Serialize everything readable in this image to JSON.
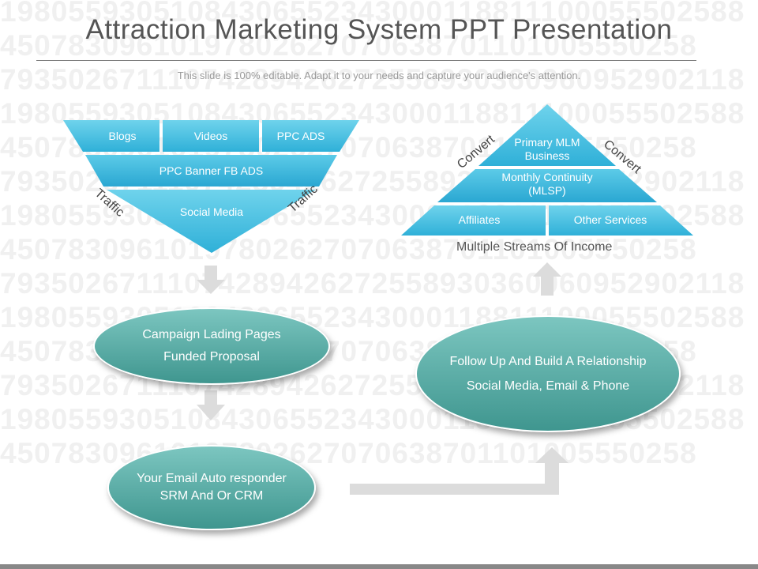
{
  "title": "Attraction Marketing System PPT Presentation",
  "subtitle": "This slide is 100% editable. Adapt it to your needs and capture your audience's attention.",
  "background_digits": [
    "19805593051084306552343000118811100055502588",
    "45078309610197802627070638701101005550258",
    "79350267111074289426272558930360960952902118",
    "19805593051084306552343000118811100055502588",
    "45078309610197802627070638701101005550258",
    "79350267111074289426272558930360960952902118",
    "19805593051084306552343000118811100055502588",
    "45078309610197802627070638701101005550258",
    "79350267111074289426272558930360960952902118",
    "19805593051084306552343000118811100055502588",
    "45078309610197802627070638701101005550258",
    "79350267111074289426272558930360960952902118",
    "19805593051084306552343000118811100055502588",
    "45078309610197802627070638701101005550258"
  ],
  "funnel": {
    "top_row": [
      "Blogs",
      "Videos",
      "PPC ADS"
    ],
    "middle": "PPC Banner FB ADS",
    "bottom": "Social Media",
    "side_left": "Traffic",
    "side_right": "Traffic"
  },
  "pyramid": {
    "top_line1": "Primary MLM",
    "top_line2": "Business",
    "mid_line1": "Monthly  Continuity",
    "mid_line2": "(MLSP)",
    "base_left": "Affiliates",
    "base_right": "Other Services",
    "side_left": "Convert",
    "side_right": "Convert",
    "caption": "Multiple Streams Of Income"
  },
  "ovals": {
    "campaign": {
      "line1": "Campaign Lading Pages",
      "line2": "Funded Proposal"
    },
    "email": {
      "line1": "Your Email Auto responder",
      "line2": "SRM And Or CRM"
    },
    "followup": {
      "line1": "Follow Up And Build A Relationship",
      "line2": "Social Media, Email & Phone"
    }
  },
  "colors": {
    "shape_light": "#6fd3ec",
    "shape_dark": "#2fb0d8",
    "oval_light": "#7cc6c0",
    "oval_dark": "#3f968f",
    "arrow": "#dcdcdc"
  }
}
